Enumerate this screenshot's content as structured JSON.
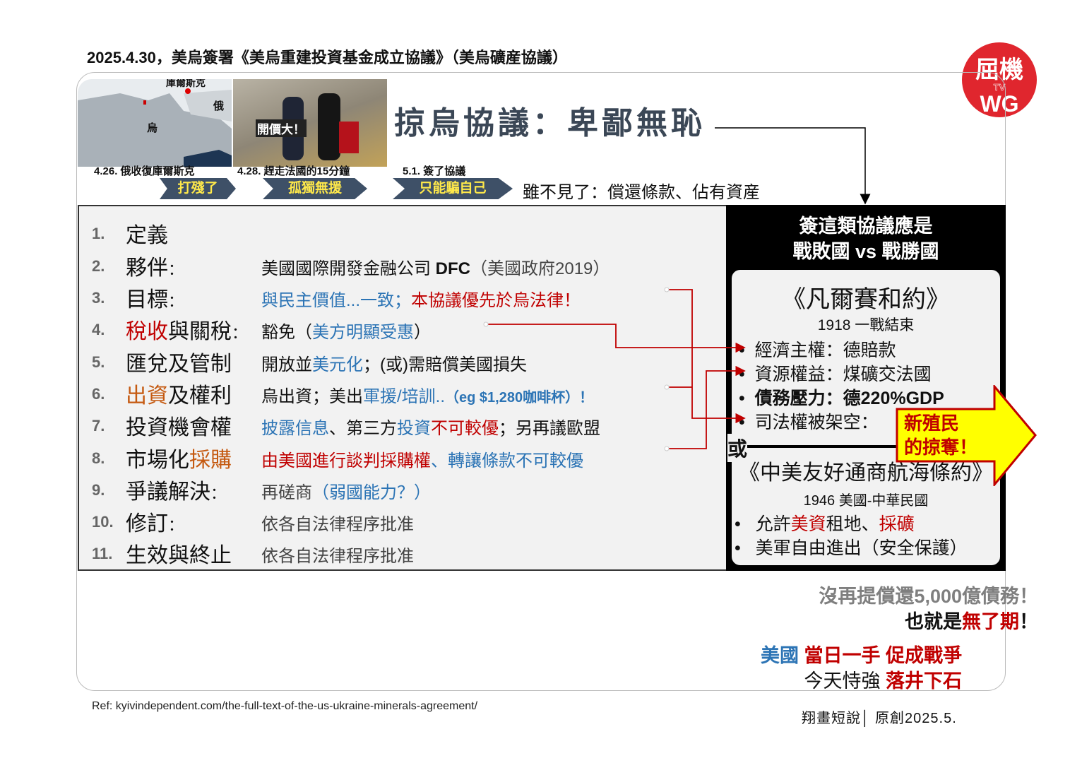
{
  "header": "2025.4.30，美烏簽署《美烏重建投資基金成立協議》（美烏礦産協議）",
  "logo": {
    "text": "屈機TV WG",
    "color": "#e0262e"
  },
  "map": {
    "labels": [
      "庫爾斯克",
      "俄",
      "烏"
    ]
  },
  "photo": {
    "caption": "開價大！"
  },
  "title": "掠烏協議：卑鄙無恥",
  "timeline": [
    {
      "date": "4.26.",
      "event": "俄收復庫爾斯克",
      "tag": "打殘了"
    },
    {
      "date": "4.28.",
      "event": "趕走法國的15分鐘",
      "tag": "孤獨無援"
    },
    {
      "date": "5.1.",
      "event": "簽了協議",
      "tag": "只能騙自己"
    }
  ],
  "note": "雖不見了：償還條款、佔有資産",
  "items": [
    {
      "n": "1.",
      "label": "定義",
      "value": ""
    },
    {
      "n": "2.",
      "label": "夥伴",
      "sep": "：",
      "value_a": "美國國際開發金融公司 ",
      "value_b": "DFC",
      "value_c": "（美國政府2019）"
    },
    {
      "n": "3.",
      "label": "目標",
      "sep": "：",
      "value_a": "與民主價值...一致；",
      "value_b": "本協議優先於烏法律！"
    },
    {
      "n": "4.",
      "label_a": "稅收",
      "label_b": "與關稅",
      "sep": "：",
      "value_a": "豁免（",
      "value_b": "美方明顯受惠",
      "value_c": "）"
    },
    {
      "n": "5.",
      "label": "匯兌及管制",
      "value_a": "開放並",
      "value_b": "美元化",
      "value_c": "；(或)需賠償美國損失"
    },
    {
      "n": "6.",
      "label_a": "出資",
      "label_b": "及權利",
      "value_a": "烏出資；美出",
      "value_b": "軍援/培訓..",
      "value_c": "（eg $1,280咖啡杯）！"
    },
    {
      "n": "7.",
      "label": "投資機會權",
      "value_a": "披露信息",
      "value_b": "、第三方",
      "value_c": "投資",
      "value_d": "不可較優",
      "value_e": "；另再議歐盟"
    },
    {
      "n": "8.",
      "label_a": "市場化",
      "label_b": "採購",
      "value_a": "由美國進行談判採購權",
      "value_b": "、轉讓條款不可較優"
    },
    {
      "n": "9.",
      "label": "爭議解決",
      "sep": "：",
      "value_a": "再磋商",
      "value_b": "（弱國能力？）"
    },
    {
      "n": "10.",
      "label": "修訂",
      "sep": "：",
      "value": "依各自法律程序批准"
    },
    {
      "n": "11.",
      "label": "生效與終止",
      "value": "依各自法律程序批准"
    }
  ],
  "right": {
    "title1": "簽這類協議應是",
    "title2": "戰敗國 vs 戰勝國",
    "treaty1": "《凡爾賽和約》",
    "treaty1_sub": "1918  一戰結束",
    "treaty1_points": [
      "經濟主權：德賠款",
      "資源權益：煤礦交法國",
      "債務壓力：德220%GDP",
      "司法權被架空："
    ],
    "or": "或",
    "treaty2": "《中美友好通商航海條約》",
    "treaty2_sub": "1946  美國-中華民國",
    "treaty2_p1": [
      "允許",
      "美資",
      "租地、",
      "採礦"
    ],
    "treaty2_p2": "美軍自由進出（安全保護）",
    "arrow_text1": "新殖民",
    "arrow_text2": "的掠奪！"
  },
  "bottom": {
    "line1": "沒再提償還5,000億債務！",
    "line2_a": "也就是",
    "line2_b": "無了期",
    "line2_c": "！",
    "line3_a": "美國",
    "line3_b": "當日一手 促成戰爭",
    "line4_a": "今天恃強 ",
    "line4_b": "落井下石"
  },
  "ref": "Ref: kyivindependent.com/the-full-text-of-the-us-ukraine-minerals-agreement/",
  "footer": "翔畫短說│ 原創2025.5."
}
